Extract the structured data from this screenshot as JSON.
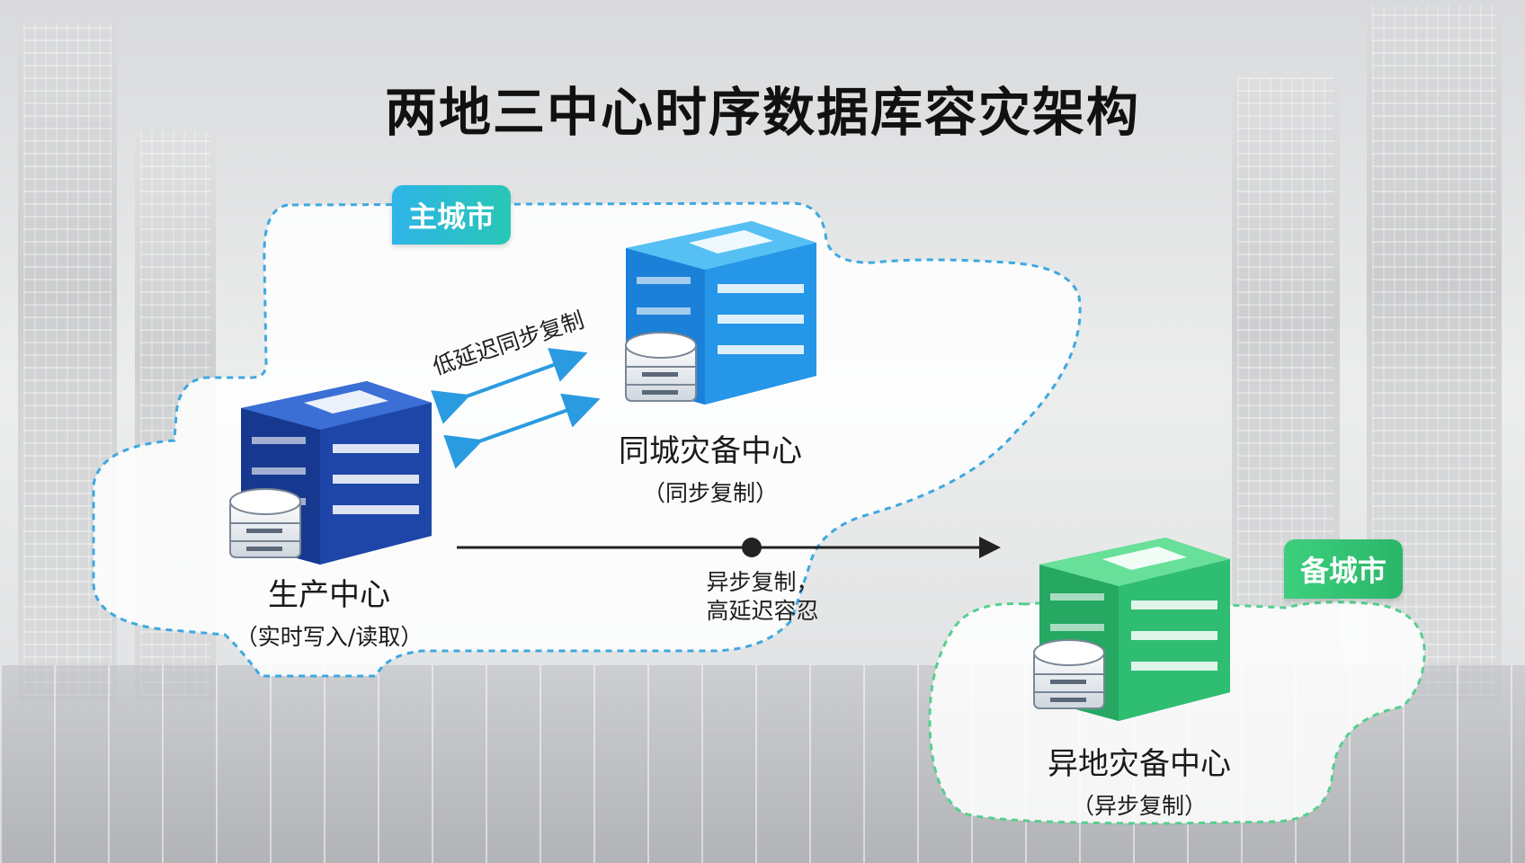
{
  "title": "两地三中心时序数据库容灾架构",
  "regions": {
    "main": {
      "tag": "主城市"
    },
    "backup": {
      "tag": "备城市"
    }
  },
  "centers": {
    "production": {
      "name": "生产中心",
      "note": "（实时写入/读取）",
      "color": "#1a3d9a"
    },
    "local_dr": {
      "name": "同城灾备中心",
      "note": "（同步复制）",
      "color": "#1e8fe0"
    },
    "remote_dr": {
      "name": "异地灾备中心",
      "note": "（异步复制）",
      "color": "#27b56a"
    }
  },
  "links": {
    "sync": {
      "label": "低延迟同步复制",
      "color": "#2a9be0"
    },
    "async": {
      "label_line1": "异步复制，",
      "label_line2": "高延迟容忍",
      "color": "#222222"
    }
  }
}
